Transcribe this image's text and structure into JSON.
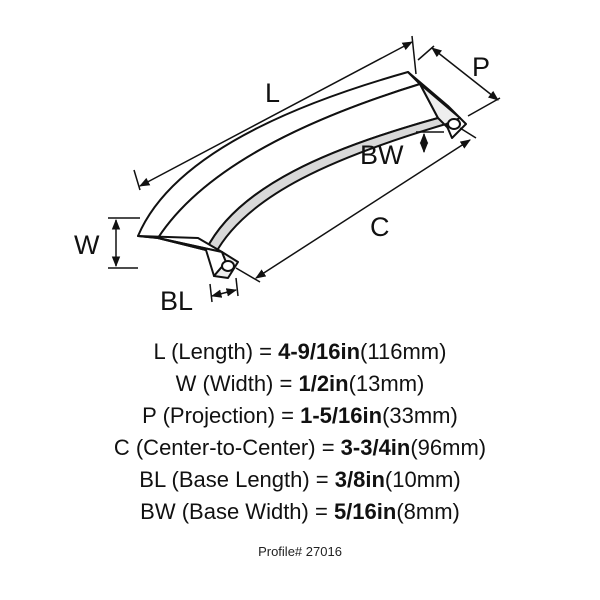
{
  "diagram": {
    "labels": {
      "L": "L",
      "P": "P",
      "BW": "BW",
      "W": "W",
      "C": "C",
      "BL": "BL"
    }
  },
  "specs": [
    {
      "code": "L",
      "name": "(Length) = ",
      "value": "4-9/16in",
      "metric": "(116mm)"
    },
    {
      "code": "W",
      "name": "(Width) = ",
      "value": "1/2in",
      "metric": "(13mm)"
    },
    {
      "code": "P",
      "name": "(Projection) = ",
      "value": "1-5/16in",
      "metric": "(33mm)"
    },
    {
      "code": "C",
      "name": "(Center-to-Center) = ",
      "value": "3-3/4in",
      "metric": "(96mm)"
    },
    {
      "code": "BL",
      "name": "(Base Length) = ",
      "value": "3/8in",
      "metric": "(10mm)"
    },
    {
      "code": "BW",
      "name": "(Base Width) = ",
      "value": "5/16in",
      "metric": "(8mm)"
    }
  ],
  "profile": "Profile# 27016",
  "colors": {
    "line": "#111111",
    "handle_light": "#ffffff",
    "handle_shade": "#d9d9d9"
  }
}
